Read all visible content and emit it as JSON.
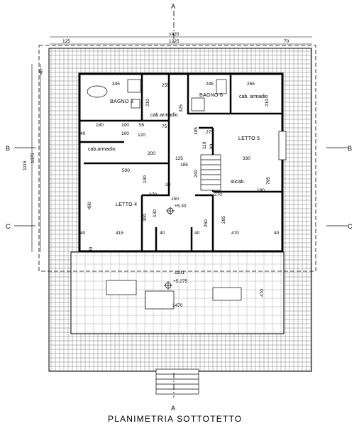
{
  "title": "PLANIMETRIA SOTTOTETTO",
  "sections": {
    "a": "A",
    "b": "B",
    "c": "C"
  },
  "dims": {
    "top_total": "1420",
    "top_left": "125",
    "top_mid": "1225",
    "top_right": "70",
    "left_outer": "1115",
    "left_inner": "1075",
    "left_top": "40",
    "d345": "345",
    "d255": "255",
    "d245": "245",
    "d265": "265",
    "d325": "325",
    "d210a": "210",
    "d210b": "210",
    "d180a": "180",
    "d100a": "100",
    "d55": "55",
    "d100b": "100",
    "d120": "120",
    "d75": "75",
    "d200": "200",
    "d105": "105",
    "d275": "275",
    "d110": "110",
    "d80": "80",
    "d330": "330",
    "d125": "125",
    "d185": "185",
    "d500": "500",
    "d240": "240",
    "d190": "190",
    "d795": "795",
    "d80b": "80",
    "d180b": "180",
    "d30": "30",
    "d270a": "270",
    "d270b": "270",
    "d150": "150",
    "d490": "490",
    "d300": "300",
    "d130": "130",
    "d260": "260",
    "d285": "285",
    "d415": "415",
    "d470a": "470",
    "d40a": "40",
    "d40b": "40",
    "d40c": "40",
    "d40d": "40",
    "d40e": "40",
    "d90": "90",
    "d1101": "1101",
    "d1470": "1470",
    "d470b": "470"
  },
  "rooms": {
    "bagno3": "BAGNO 3",
    "bagno6": "BAGNO 6",
    "cab_armadio_top": "cab.armadio",
    "cab_armadio_left": "cab.armadio",
    "cab_armadio_right": "cab. armadio",
    "cab": "cab.",
    "letto5": "LETTO 5",
    "letto4": "LETTO 4"
  },
  "levels": {
    "upper": "+5.30",
    "terrace": "+5.275"
  }
}
